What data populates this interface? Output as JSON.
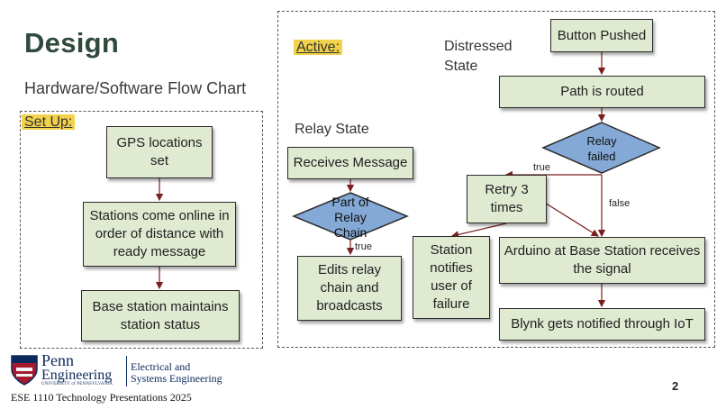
{
  "slide": {
    "title": "Design",
    "subtitle": "Hardware/Software Flow Chart",
    "page_number": "2",
    "footer_text": "ESE 1110 Technology Presentations 2025"
  },
  "logo": {
    "penn": "Penn",
    "engineering": "Engineering",
    "university": "UNIVERSITY of PENNSYLVANIA",
    "dept_line1": "Electrical and",
    "dept_line2": "Systems Engineering"
  },
  "setup": {
    "label": "Set Up:",
    "nodes": [
      "GPS locations set",
      "Stations come online in order of distance with ready message",
      "Base station maintains station status"
    ]
  },
  "active": {
    "label": "Active:",
    "distressed_heading": "Distressed State",
    "relay_heading": "Relay State",
    "distressed_nodes": {
      "button_pushed": "Button Pushed",
      "path_routed": "Path is routed",
      "relay_failed": "Relay failed",
      "retry": "Retry 3 times",
      "notify_failure": "Station notifies user of failure",
      "arduino": "Arduino at Base Station receives the signal",
      "blynk": "Blynk gets notified through IoT"
    },
    "relay_nodes": {
      "receives": "Receives Message",
      "part_of_chain": "Part of Relay Chain",
      "edits": "Edits relay chain and broadcasts"
    },
    "edge_labels": {
      "relay_failed_true": "true",
      "relay_failed_false": "false",
      "chain_true": "true"
    }
  },
  "colors": {
    "node_fill": "#dfead1",
    "diamond_fill": "#84a9d6",
    "arrow": "#7a1f1f",
    "highlight": "#f2d24a",
    "title": "#2f4a3c",
    "penn_navy": "#0b2a5b"
  }
}
